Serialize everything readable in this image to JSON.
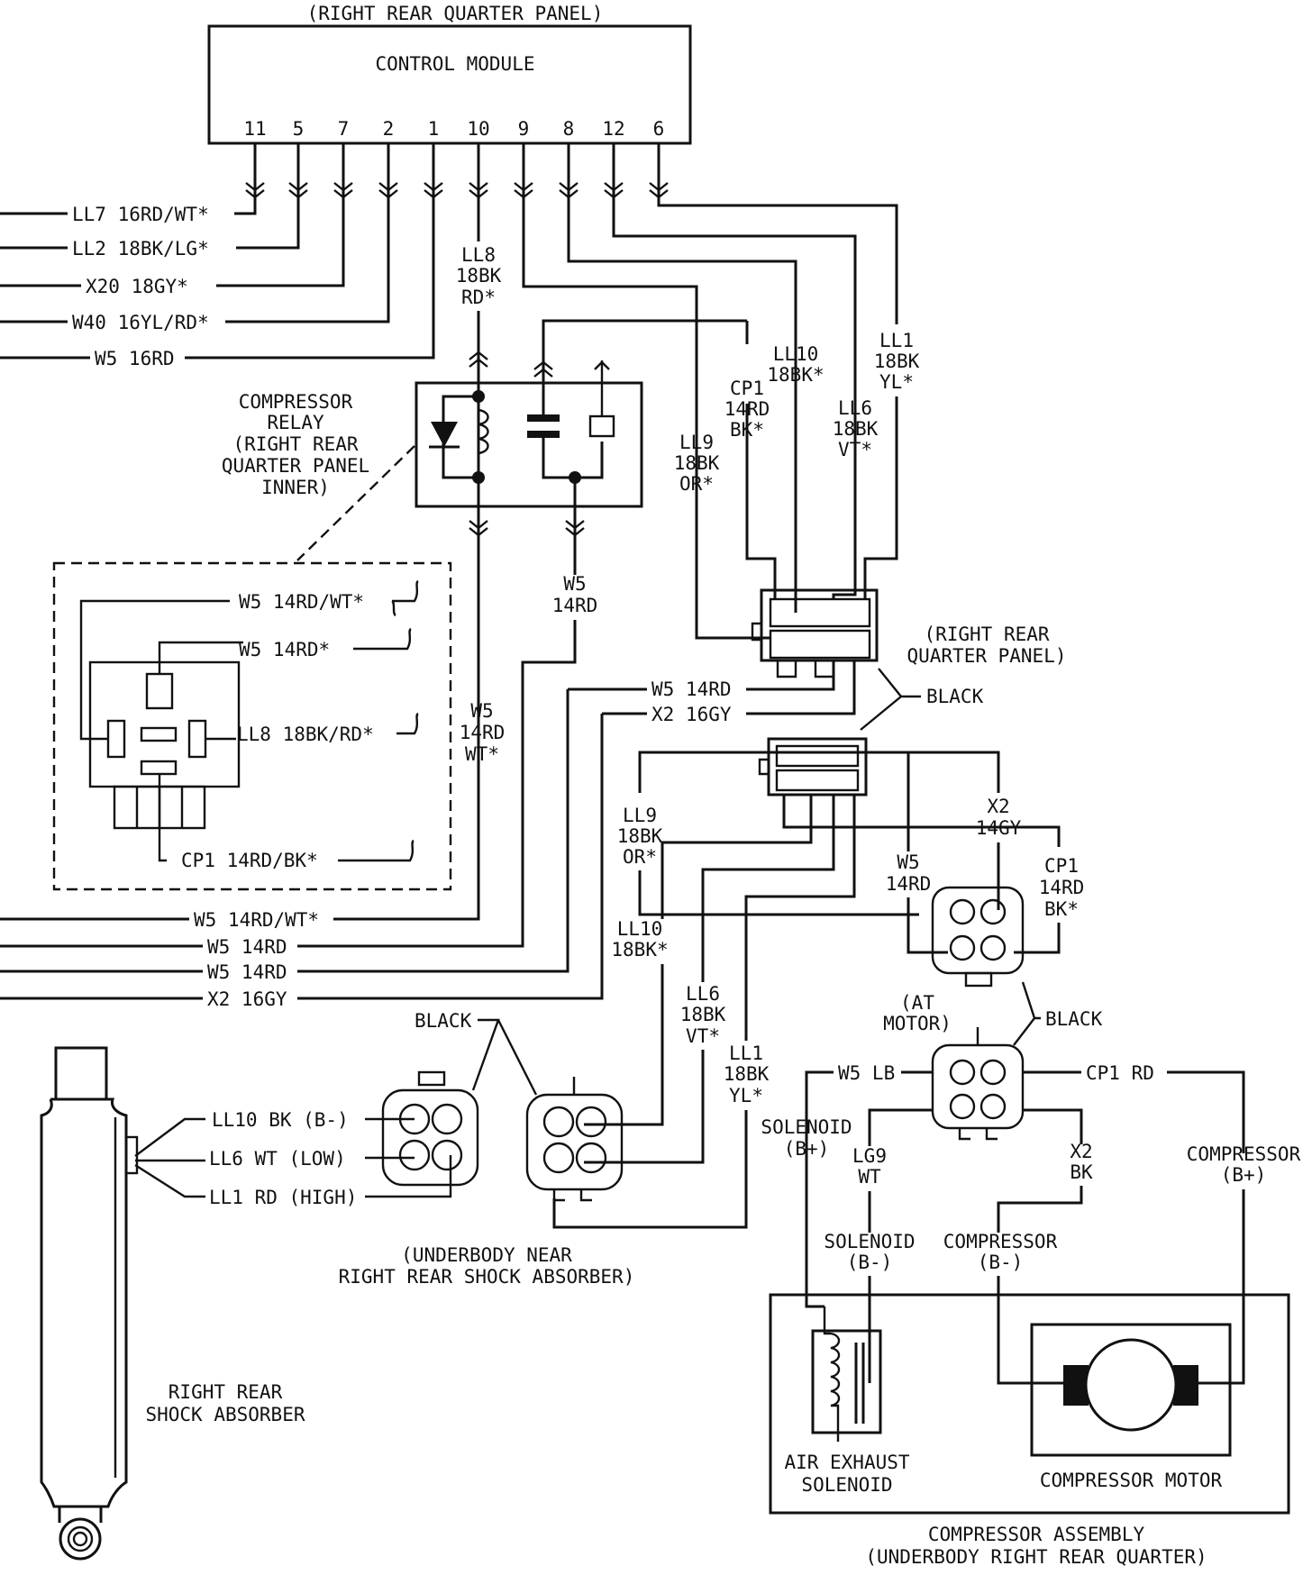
{
  "control_module": {
    "location": "(RIGHT REAR QUARTER PANEL)",
    "name": "CONTROL MODULE",
    "pins": [
      "11",
      "5",
      "7",
      "2",
      "1",
      "10",
      "9",
      "8",
      "12",
      "6"
    ]
  },
  "left_wires": {
    "ll7": "LL7 16RD/WT*",
    "ll2": "LL2 18BK/LG*",
    "x20": "X20 18GY*",
    "w40": "W40 16YL/RD*",
    "w5": "W5 16RD"
  },
  "module_wires": {
    "ll8": [
      "LL8",
      "18BK",
      "RD*"
    ],
    "ll1": [
      "LL1",
      "18BK",
      "YL*"
    ],
    "ll10": [
      "LL10",
      "18BK*"
    ],
    "ll6": [
      "LL6",
      "18BK",
      "VT*"
    ],
    "cp1": [
      "CP1",
      "14RD",
      "BK*"
    ],
    "ll9": [
      "LL9",
      "18BK",
      "OR*"
    ]
  },
  "compressor_relay": {
    "label": [
      "COMPRESSOR",
      "RELAY",
      "(RIGHT REAR",
      "QUARTER PANEL",
      "INNER)"
    ],
    "w5_out": [
      "W5",
      "14RD"
    ],
    "w5_wt": [
      "W5",
      "14RD",
      "WT*"
    ]
  },
  "relay_detail": {
    "w5_rdwt": "W5 14RD/WT*",
    "w5_rd": "W5 14RD*",
    "ll8": "LL8 18BK/RD*",
    "cp1": "CP1 14RD/BK*"
  },
  "quarter_connector": {
    "location": [
      "(RIGHT REAR",
      "QUARTER PANEL)"
    ],
    "black": "BLACK",
    "w5": "W5 14RD",
    "x2": "X2 16GY"
  },
  "lower_connector": {
    "ll9": [
      "LL9",
      "18BK",
      "OR*"
    ],
    "x2": [
      "X2",
      "14GY"
    ],
    "w5": [
      "W5",
      "14RD"
    ],
    "cp1": [
      "CP1",
      "14RD",
      "BK*"
    ],
    "ll10": [
      "LL10",
      "18BK*"
    ],
    "ll6": [
      "LL6",
      "18BK",
      "VT*"
    ],
    "ll1": [
      "LL1",
      "18BK",
      "YL*"
    ]
  },
  "bottom_left_wires": {
    "w5wt": "W5 14RD/WT*",
    "w5a": "W5 14RD",
    "w5b": "W5 14RD",
    "x2": "X2 16GY"
  },
  "motor_connector": {
    "at_motor": [
      "(AT",
      "MOTOR)"
    ],
    "black": "BLACK",
    "w5lb": "W5 LB",
    "cp1rd": "CP1 RD",
    "lg9": [
      "LG9",
      "WT"
    ],
    "x2": [
      "X2",
      "BK"
    ],
    "sol_bplus": [
      "SOLENOID",
      "(B+)"
    ],
    "sol_bminus": [
      "SOLENOID",
      "(B-)"
    ],
    "comp_bminus": [
      "COMPRESSOR",
      "(B-)"
    ],
    "comp_bplus": [
      "COMPRESSOR",
      "(B+)"
    ]
  },
  "shock": {
    "black": "BLACK",
    "ll10": "LL10 BK (B-)",
    "ll6": "LL6 WT (LOW)",
    "ll1": "LL1 RD (HIGH)",
    "underbody": [
      "(UNDERBODY NEAR",
      "RIGHT REAR SHOCK ABSORBER)"
    ],
    "absorber": [
      "RIGHT REAR",
      "SHOCK ABSORBER"
    ]
  },
  "compressor_assembly": {
    "solenoid": [
      "AIR EXHAUST",
      "SOLENOID"
    ],
    "motor": "COMPRESSOR MOTOR",
    "title": [
      "COMPRESSOR ASSEMBLY",
      "(UNDERBODY RIGHT REAR QUARTER)"
    ]
  }
}
